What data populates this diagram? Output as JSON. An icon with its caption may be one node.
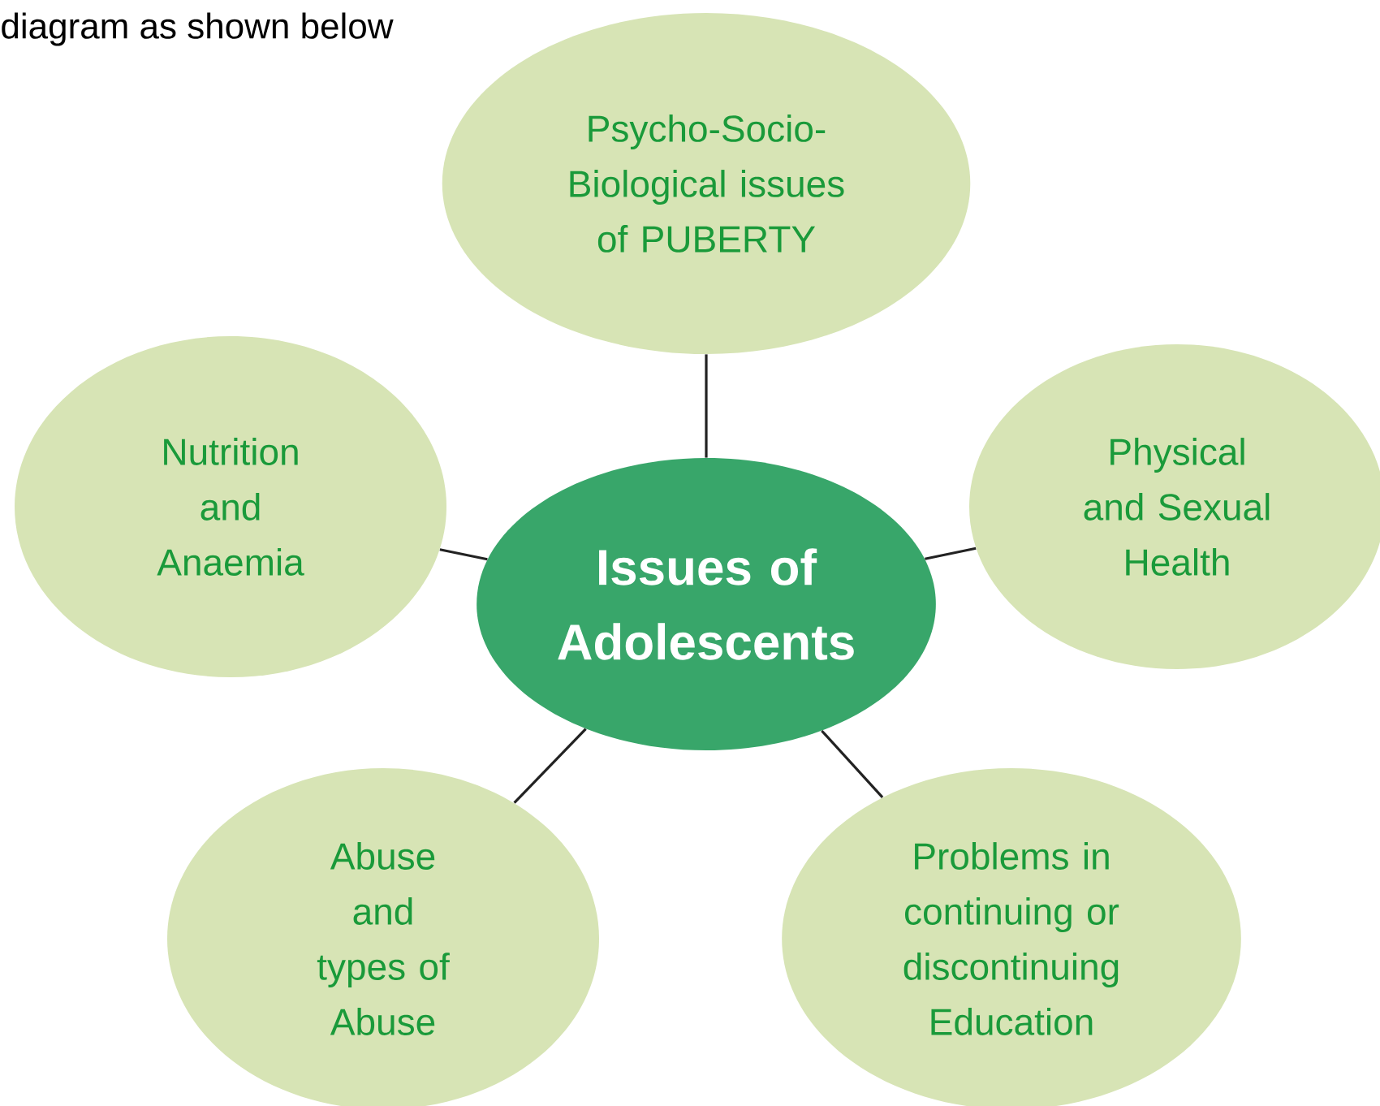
{
  "diagram": {
    "nodes": [
      {
        "text": [
          "Psycho-Socio-Biological issues of PUBERTY"
        ]
      },
      {
        "text": [
          "Nutrition and Anaemia"
        ]
      },
      {
        "text": [
          "Issues of Adolescents"
        ]
      },
      {
        "text": [
          "Physical and Sexual Health"
        ]
      },
      {
        "text": [
          "Abuse and types of Abuse"
        ]
      },
      {
        "text": [
          "Problems in continuing or discontinuing Education"
        ]
      }
    ],
    "edges": [
      {
        "from": 2,
        "to": 0,
        "arrow": "none"
      },
      {
        "from": 2,
        "to": 1,
        "arrow": "none"
      },
      {
        "from": 2,
        "to": 3,
        "arrow": "none"
      },
      {
        "from": 2,
        "to": 4,
        "arrow": "none"
      },
      {
        "from": 2,
        "to": 5,
        "arrow": "none"
      }
    ],
    "labels": [
      "diagram as shown below"
    ]
  }
}
